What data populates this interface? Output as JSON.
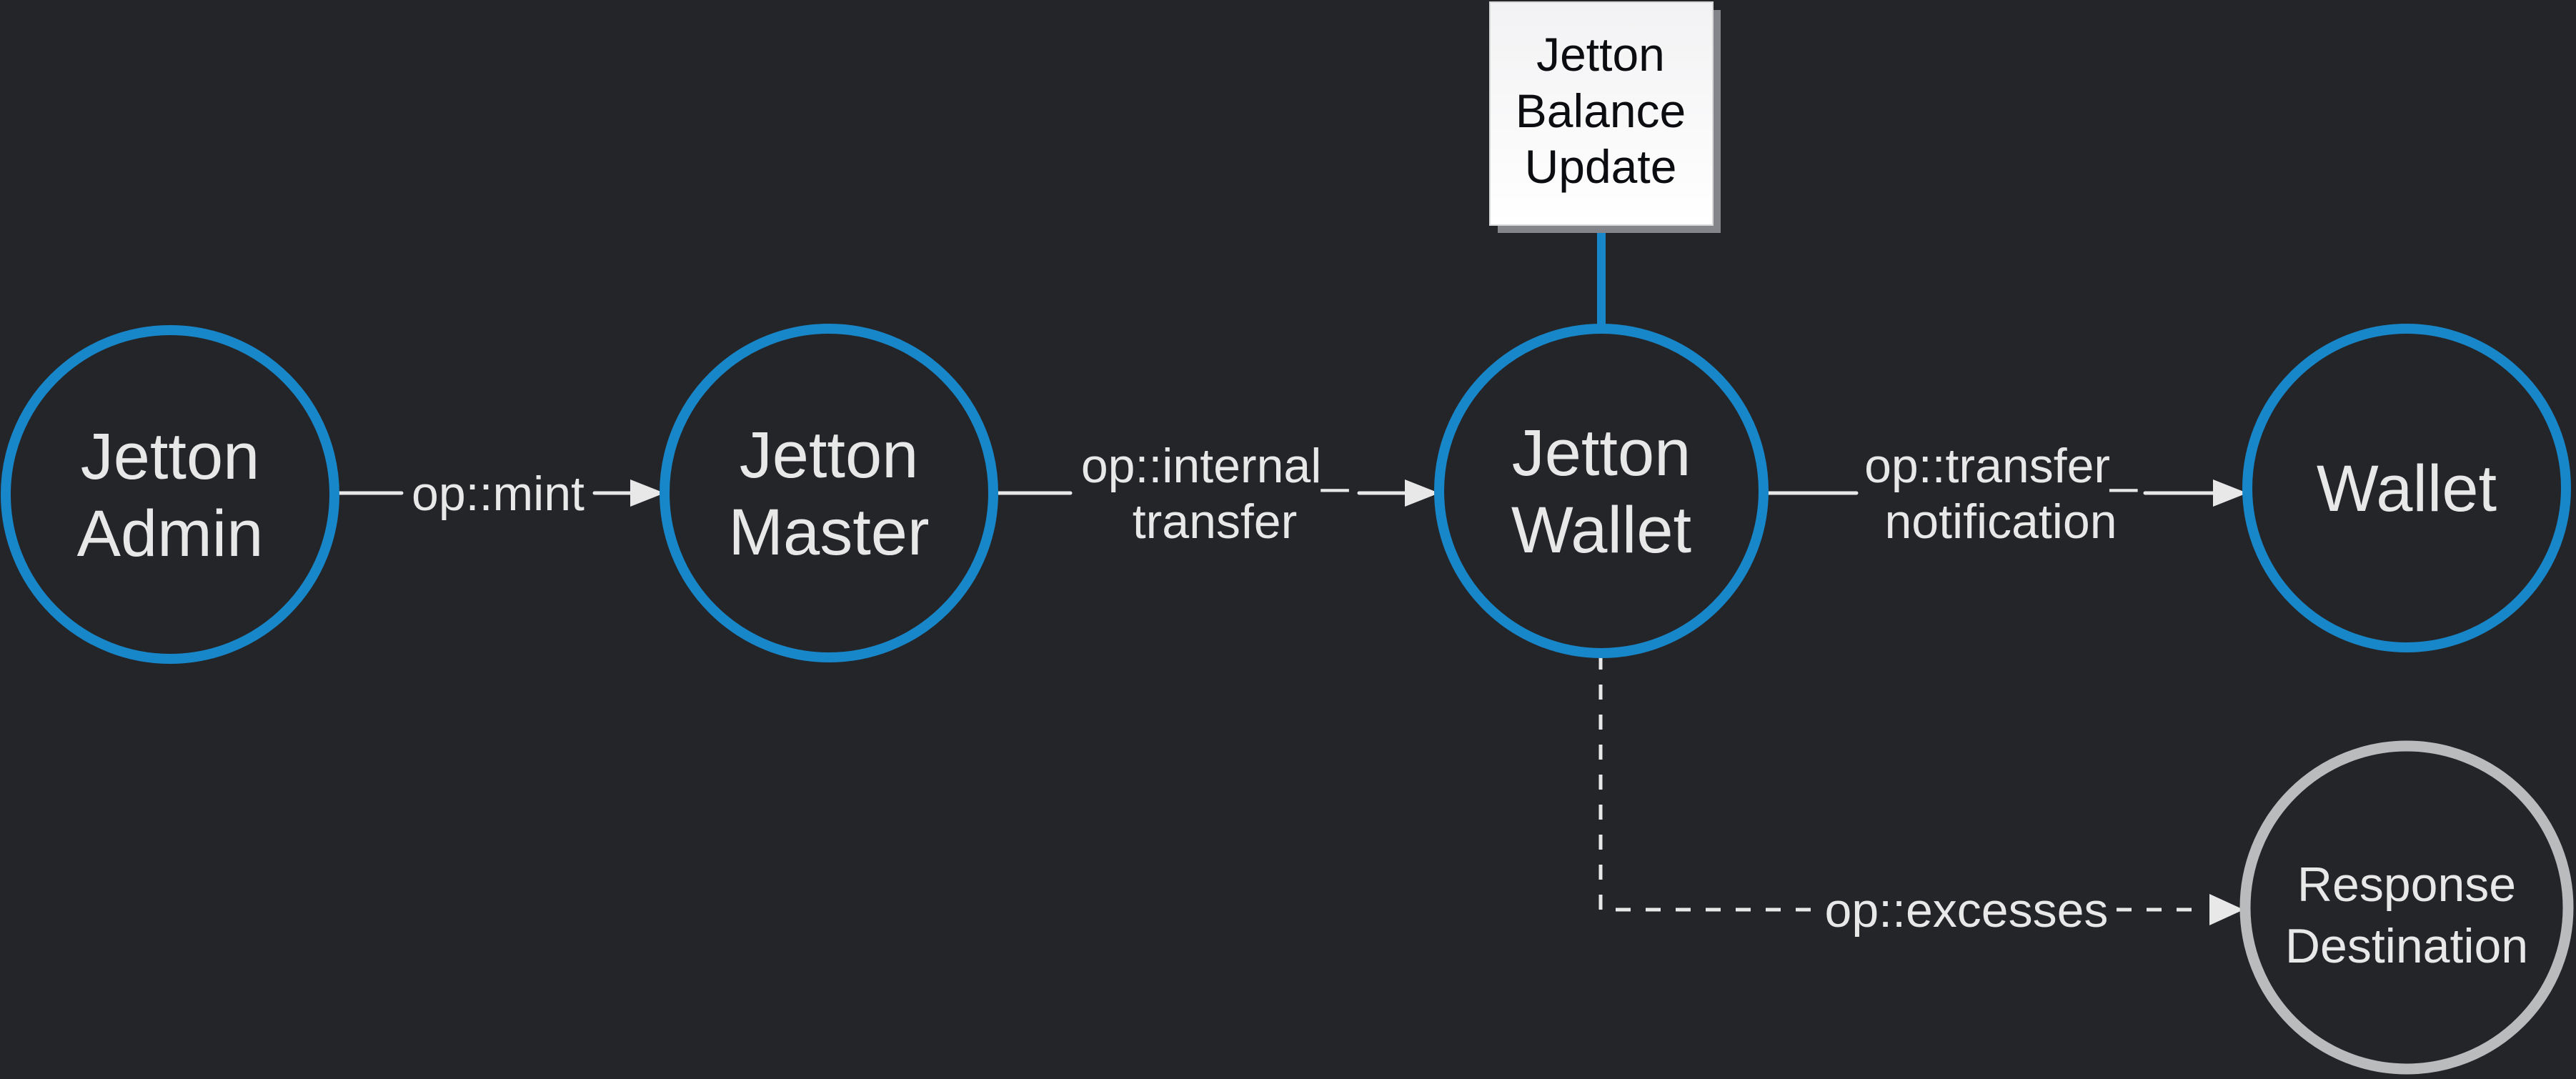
{
  "colors": {
    "background": "#242529",
    "node_blue": "#1787c9",
    "node_gray": "#b9bbbd",
    "response_fill": "#343539",
    "line_light": "#e8e8e9",
    "note_shadow": "#84858a",
    "note_bg_top": "#f2f2f4",
    "note_bg_bottom": "#ffffff",
    "note_border": "#d9d9d9",
    "note_text": "#0c0d10"
  },
  "nodes": {
    "jetton_admin": {
      "line1": "Jetton",
      "line2": "Admin"
    },
    "jetton_master": {
      "line1": "Jetton",
      "line2": "Master"
    },
    "jetton_wallet": {
      "line1": "Jetton",
      "line2": "Wallet"
    },
    "wallet": {
      "line1": "Wallet"
    },
    "response_destination": {
      "line1": "Response",
      "line2": "Destination"
    }
  },
  "note": {
    "line1": "Jetton",
    "line2": "Balance",
    "line3": "Update"
  },
  "edges": {
    "mint": {
      "label": "op::mint"
    },
    "internal_transfer": {
      "line1": "op::internal_",
      "line2": "transfer"
    },
    "transfer_notification": {
      "line1": "op::transfer_",
      "line2": "notification"
    },
    "excesses": {
      "label": "op::excesses"
    }
  }
}
